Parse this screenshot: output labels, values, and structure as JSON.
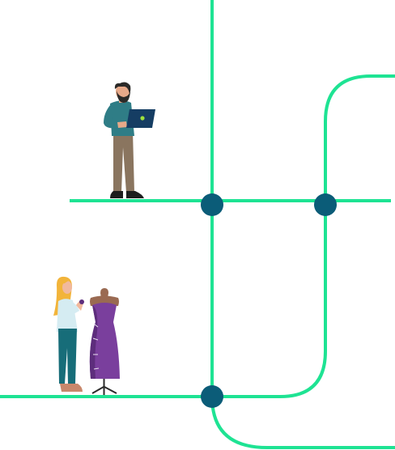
{
  "colors": {
    "line": "#1ee393",
    "node": "#0b5c78",
    "background": "#ffffff",
    "man_hair": "#2b2a28",
    "man_skin": "#e7a989",
    "man_shirt": "#2f7d86",
    "man_pants": "#8a755f",
    "man_shoes": "#1d1d1d",
    "laptop": "#153d63",
    "laptop_dot": "#9de23c",
    "woman_hair": "#f2b43a",
    "woman_skin": "#f1b99d",
    "woman_top": "#d5ecf2",
    "woman_pants": "#176d79",
    "woman_shoes": "#c8876b",
    "dress": "#7a3f9d",
    "dress_dark": "#5d2d7c",
    "mannequin": "#9a6a52",
    "stand": "#2b2b2b"
  },
  "illustration": {
    "figures": [
      "man-with-laptop",
      "tailor-woman",
      "dress-mannequin"
    ],
    "network_nodes": 3
  }
}
